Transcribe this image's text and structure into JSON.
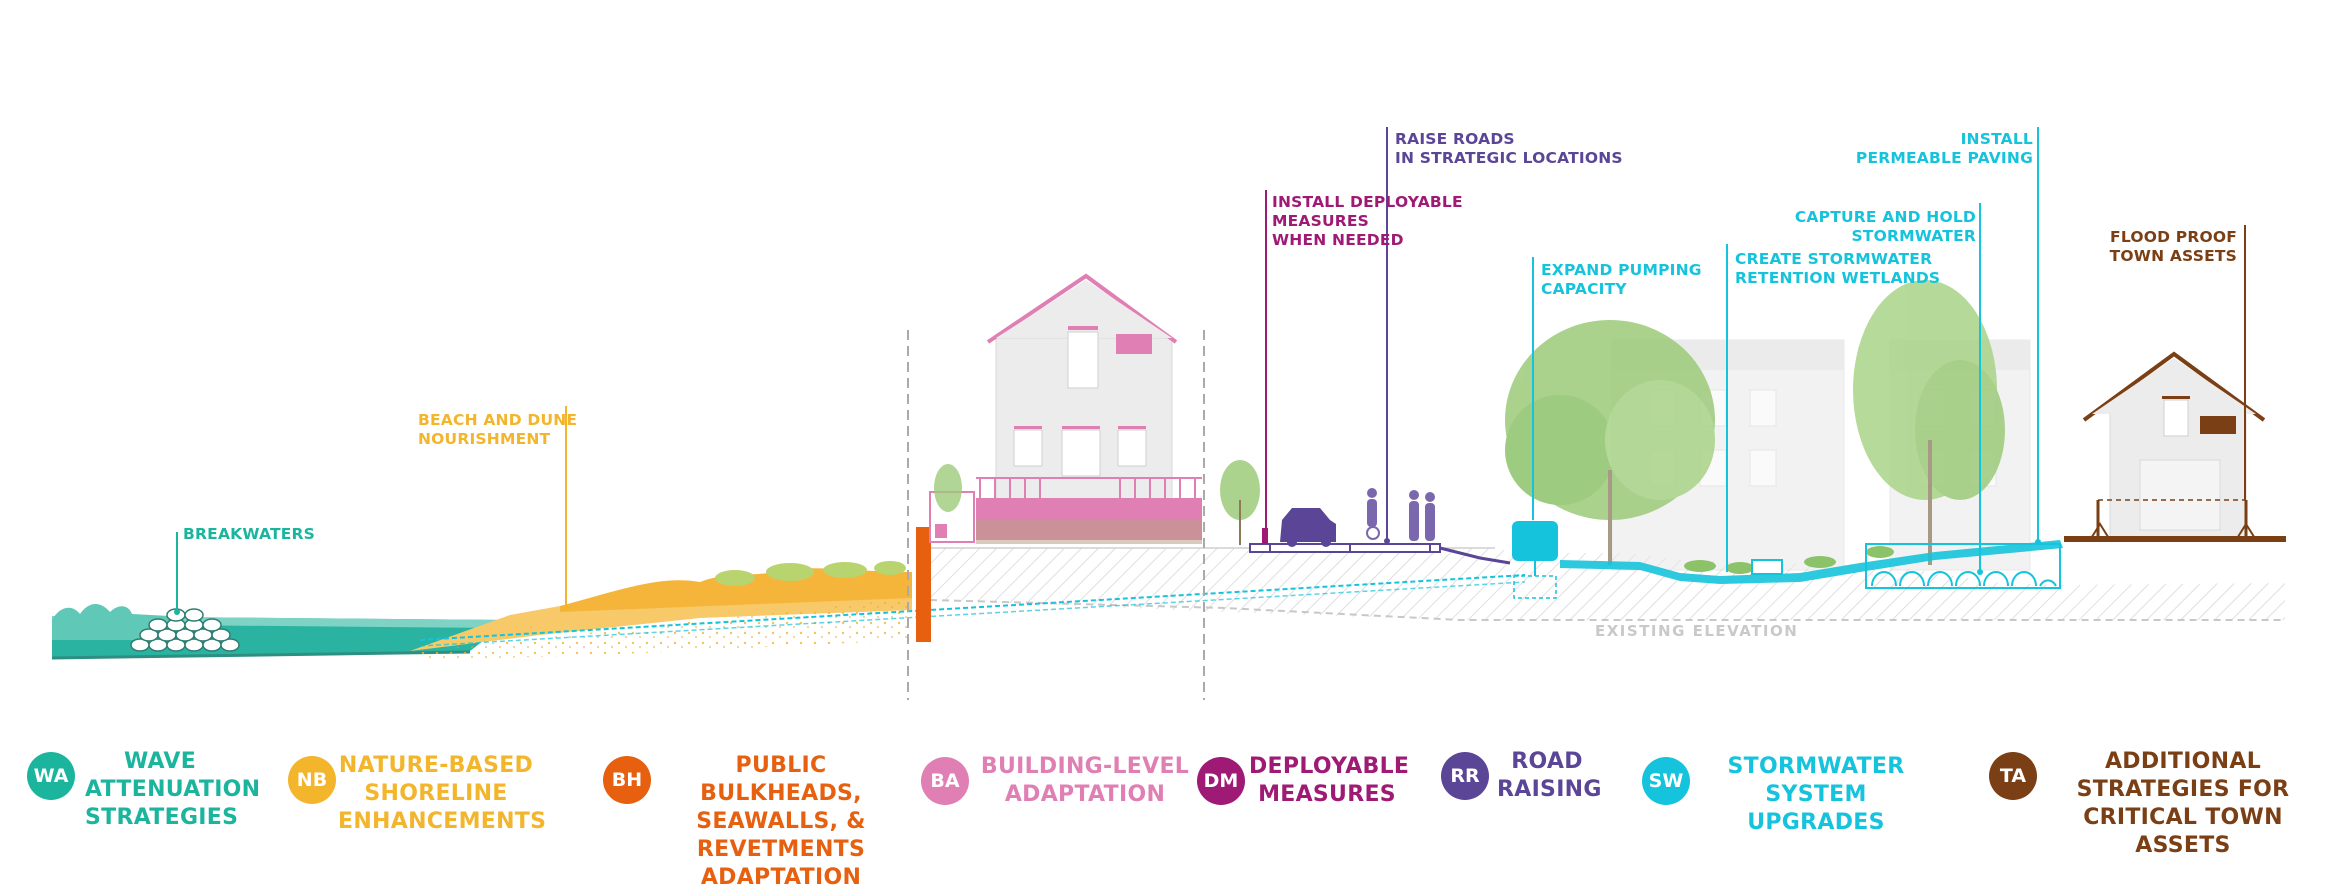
{
  "colors": {
    "wa": "#1bb59e",
    "nb": "#f2b52c",
    "bh": "#e6600f",
    "ba": "#e07fb4",
    "dm": "#9e1a74",
    "rr": "#5a4596",
    "sw": "#16c3dc",
    "ta": "#7a3f14",
    "house_pink": "#e07fb4",
    "ground_hatch": "#c8c8c8"
  },
  "callouts": {
    "breakwaters": "BREAKWATERS",
    "beach_dune": "BEACH AND DUNE\nNOURISHMENT",
    "deployable": "INSTALL DEPLOYABLE\nMEASURES\nWHEN NEEDED",
    "raise_roads": "RAISE ROADS\nIN STRATEGIC LOCATIONS",
    "pumping": "EXPAND PUMPING\nCAPACITY",
    "wetlands": "CREATE STORMWATER\nRETENTION WETLANDS",
    "capture_hold": "CAPTURE AND HOLD\nSTORMWATER",
    "permeable": "INSTALL\nPERMEABLE PAVING",
    "flood_proof": "FLOOD PROOF\nTOWN ASSETS"
  },
  "existing_elevation": "EXISTING  ELEVATION",
  "legend": [
    {
      "code": "WA",
      "label": "WAVE\nATTENUATION\nSTRATEGIES",
      "icon": "wa-badge-icon"
    },
    {
      "code": "NB",
      "label": "NATURE-BASED\nSHORELINE\nENHANCEMENTS",
      "icon": "nb-badge-icon"
    },
    {
      "code": "BH",
      "label": "PUBLIC BULKHEADS,\nSEAWALLS, &\nREVETMENTS\nADAPTATION",
      "icon": "bh-badge-icon"
    },
    {
      "code": "BA",
      "label": "BUILDING-LEVEL\nADAPTATION",
      "icon": "ba-badge-icon"
    },
    {
      "code": "DM",
      "label": "DEPLOYABLE\nMEASURES",
      "icon": "dm-badge-icon"
    },
    {
      "code": "RR",
      "label": "ROAD\nRAISING",
      "icon": "rr-badge-icon"
    },
    {
      "code": "SW",
      "label": "STORMWATER\nSYSTEM UPGRADES",
      "icon": "sw-badge-icon"
    },
    {
      "code": "TA",
      "label": "ADDITIONAL\nSTRATEGIES FOR\nCRITICAL TOWN ASSETS",
      "icon": "ta-badge-icon"
    }
  ]
}
